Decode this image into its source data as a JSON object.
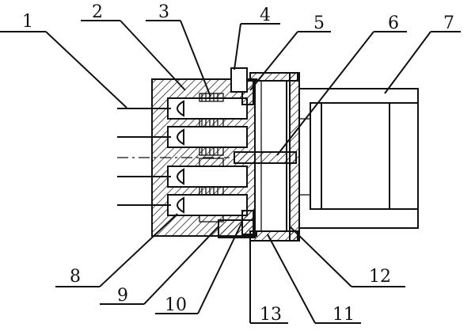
{
  "callouts": [
    {
      "id": 1,
      "label": "1"
    },
    {
      "id": 2,
      "label": "2"
    },
    {
      "id": 3,
      "label": "3"
    },
    {
      "id": 4,
      "label": "4"
    },
    {
      "id": 5,
      "label": "5"
    },
    {
      "id": 6,
      "label": "6"
    },
    {
      "id": 7,
      "label": "7"
    },
    {
      "id": 8,
      "label": "8"
    },
    {
      "id": 9,
      "label": "9"
    },
    {
      "id": 10,
      "label": "10"
    },
    {
      "id": 11,
      "label": "11"
    },
    {
      "id": 12,
      "label": "12"
    },
    {
      "id": 13,
      "label": "13"
    }
  ],
  "colors": {
    "ink": "#111111",
    "paper": "#ffffff"
  }
}
